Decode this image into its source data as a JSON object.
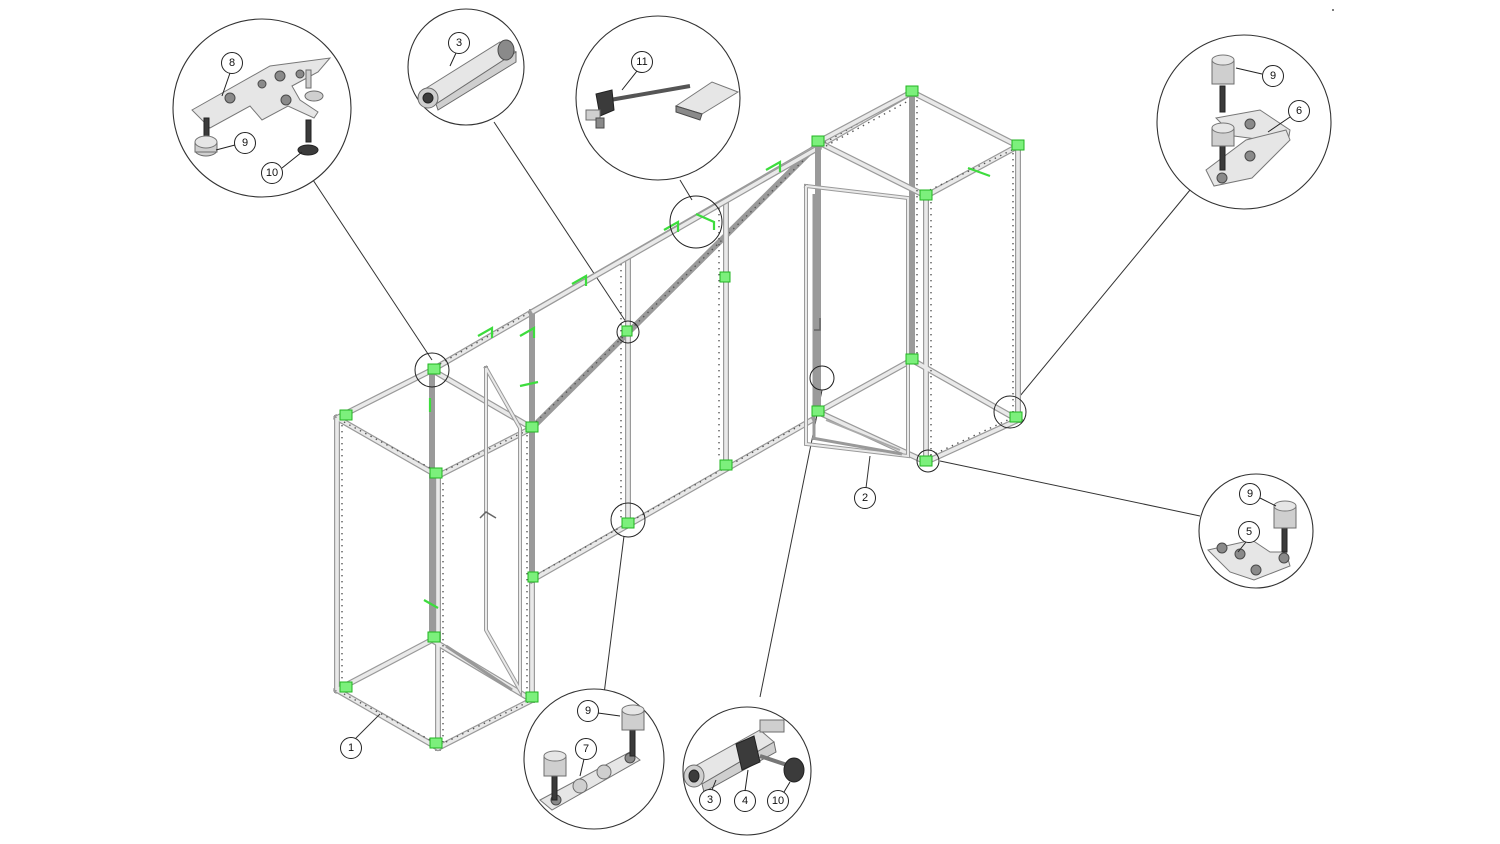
{
  "callouts": {
    "main_1": "1",
    "main_2": "2",
    "d_tl_8": "8",
    "d_tl_9": "9",
    "d_tl_10": "10",
    "d_top3_3": "3",
    "d_top11_11": "11",
    "d_tr_9": "9",
    "d_tr_6": "6",
    "d_r_9": "9",
    "d_r_5": "5",
    "d_b1_9": "9",
    "d_b1_7": "7",
    "d_b2_3": "3",
    "d_b2_4": "4",
    "d_b2_10": "10"
  },
  "colors": {
    "connector_accent": "#3ddc3d",
    "frame_profile": "#9a9a9a",
    "line": "#333333"
  }
}
